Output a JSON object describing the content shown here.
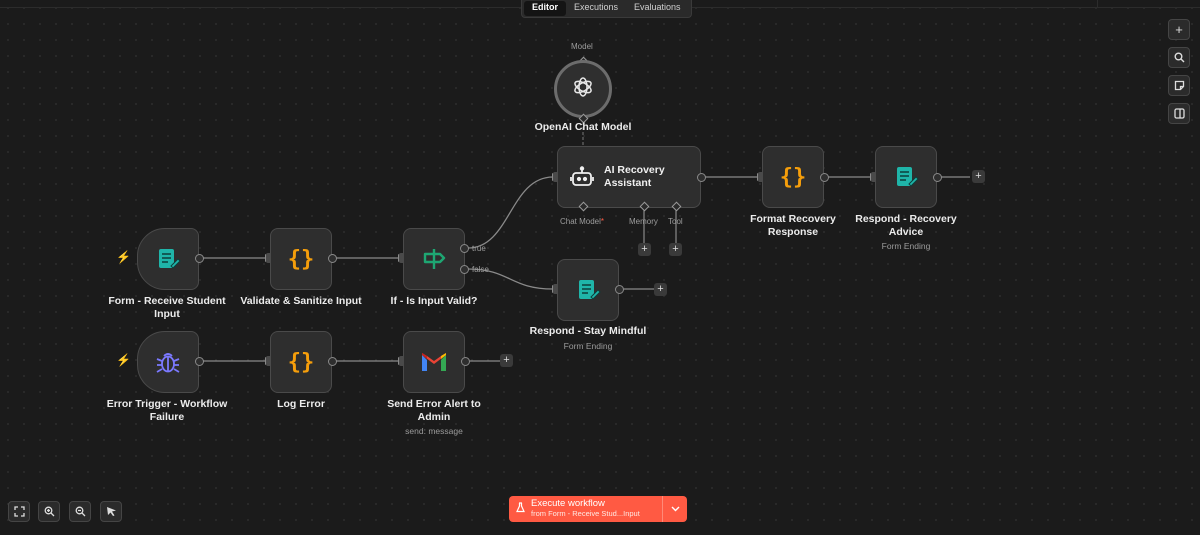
{
  "tabs": [
    "Editor",
    "Executions",
    "Evaluations"
  ],
  "nodes": {
    "form_receive": {
      "label": "Form - Receive Student Input"
    },
    "validate": {
      "label": "Validate & Sanitize Input"
    },
    "if_valid": {
      "label": "If - Is Input Valid?",
      "true_label": "true",
      "false_label": "false"
    },
    "ai_assistant": {
      "label": "AI Recovery Assistant",
      "chat_model": "Chat Model",
      "required_mark": "*",
      "memory": "Memory",
      "tool": "Tool"
    },
    "openai": {
      "label": "OpenAI Chat Model",
      "port_label": "Model"
    },
    "format_response": {
      "label": "Format Recovery Response"
    },
    "respond_advice": {
      "label": "Respond - Recovery Advice",
      "sublabel": "Form Ending"
    },
    "respond_mindful": {
      "label": "Respond - Stay Mindful",
      "sublabel": "Form Ending"
    },
    "error_trigger": {
      "label": "Error Trigger - Workflow Failure"
    },
    "log_error": {
      "label": "Log Error"
    },
    "send_alert": {
      "label": "Send Error Alert to Admin",
      "sublabel": "send: message"
    }
  },
  "icons": {
    "form": "form-icon",
    "code": "code-braces-icon",
    "if": "signpost-icon",
    "bot": "robot-icon",
    "openai": "openai-icon",
    "bug": "bug-icon",
    "gmail": "gmail-icon",
    "trigger": "lightning-icon"
  },
  "right_toolbar": [
    "zoom-in-icon",
    "search-icon",
    "sticky-note-icon",
    "panel-icon"
  ],
  "bottom_toolbar": [
    "fit-view-icon",
    "zoom-in-icon",
    "zoom-out-icon",
    "tidy-up-icon"
  ],
  "execute": {
    "title": "Execute workflow",
    "subtitle": "from Form - Receive Stud...Input"
  },
  "colors": {
    "accent": "#ff5a43",
    "code_icon": "#f59e0b",
    "form_icon": "#1fb5a9",
    "if_icon": "#1ea672",
    "bug_icon": "#7b79ff",
    "canvas_bg": "#1b1b1b"
  }
}
